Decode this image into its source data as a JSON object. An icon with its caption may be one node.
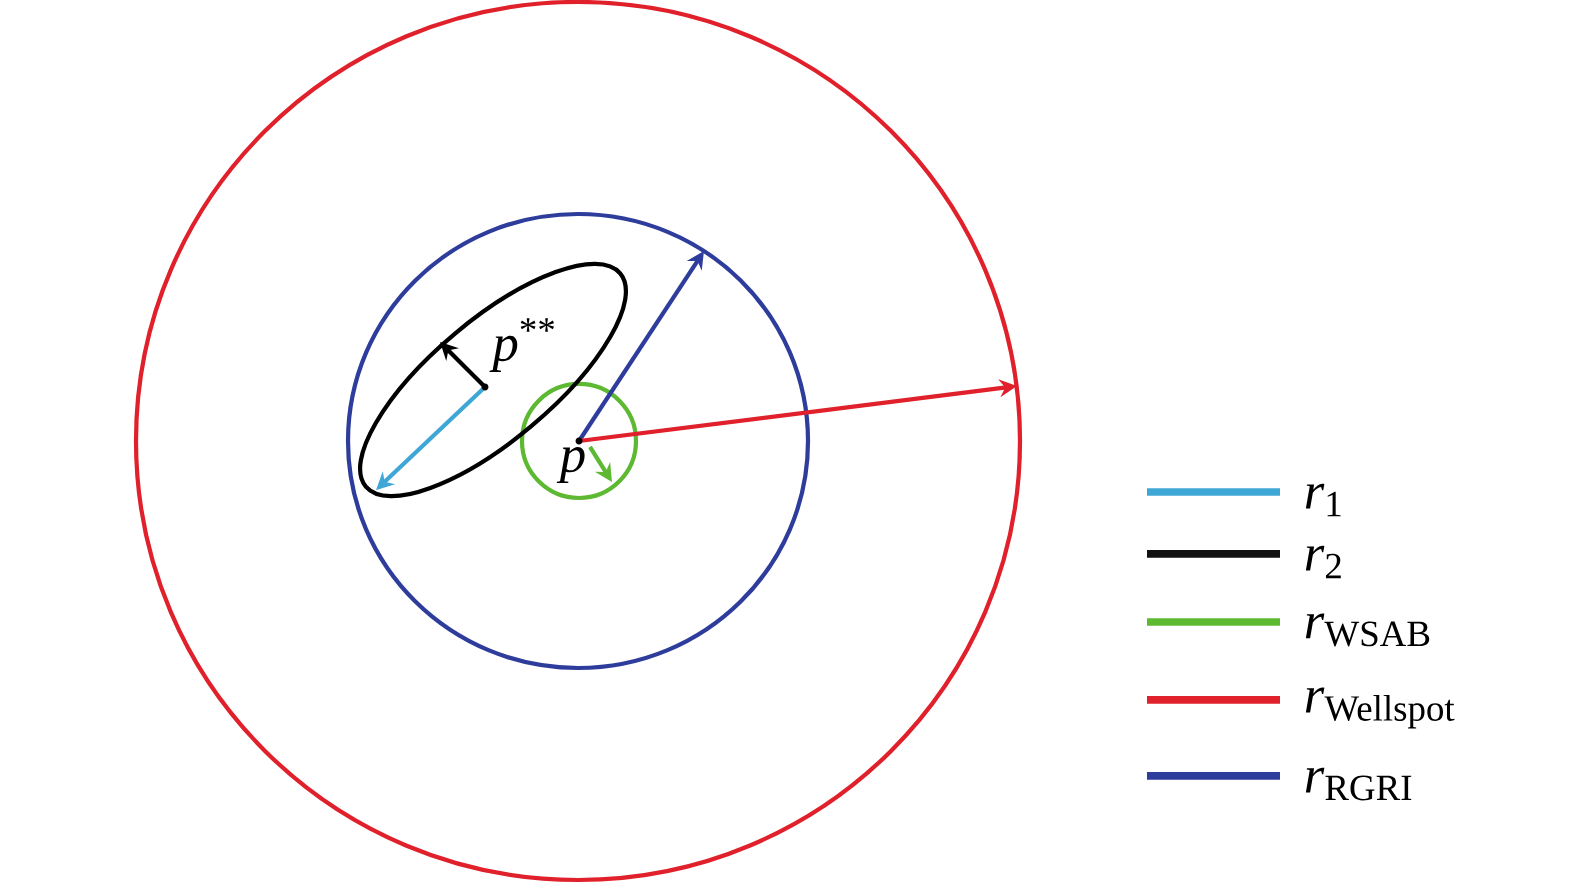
{
  "diagram": {
    "labels": [
      "*p*$^{**}$",
      "*p*"
    ],
    "legend": [
      {
        "text": "*r*$_{1}$"
      },
      {
        "text": "*r*$_{2}$"
      },
      {
        "text": "*r*$_{WSAB}$"
      },
      {
        "text": "*r*$_{Wellspot}$"
      },
      {
        "text": "*r*$_{RGRI}$"
      }
    ]
  }
}
